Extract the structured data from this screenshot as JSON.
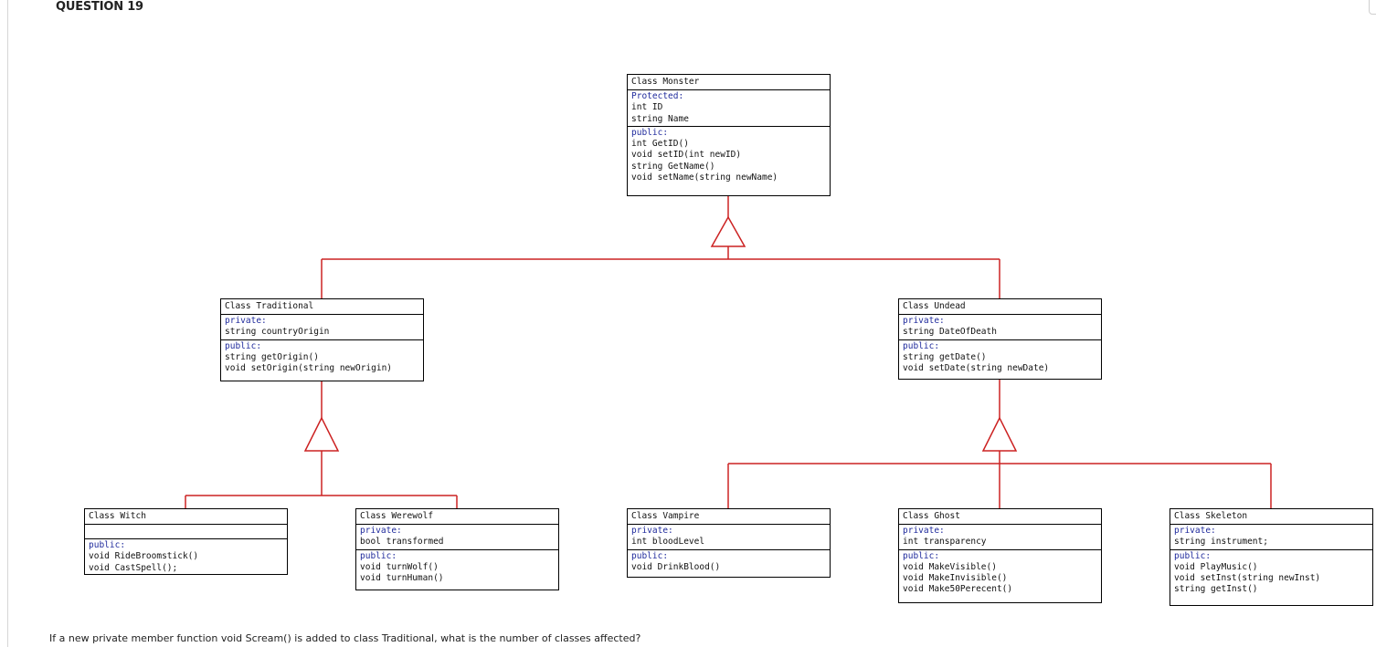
{
  "question": {
    "title": "QUESTION 19",
    "text": "If a new private member function void Scream() is added to class Traditional, what is the number of classes affected?"
  },
  "colors": {
    "connector": "#cc2222",
    "keyword": "#1f2a9c",
    "border": "#000000"
  },
  "classes": {
    "monster": {
      "name": "Class Monster",
      "protected_label": "Protected:",
      "protected": [
        "int ID",
        "string Name"
      ],
      "public_label": "public:",
      "public": [
        "int GetID()",
        "void setID(int newID)",
        "string GetName()",
        "void setName(string newName)"
      ]
    },
    "traditional": {
      "name": "Class Traditional",
      "private_label": "private:",
      "private": [
        "string countryOrigin"
      ],
      "public_label": "public:",
      "public": [
        "string getOrigin()",
        "void setOrigin(string newOrigin)"
      ]
    },
    "undead": {
      "name": "Class Undead",
      "private_label": "private:",
      "private": [
        "string DateOfDeath"
      ],
      "public_label": "public:",
      "public": [
        "string getDate()",
        "void setDate(string newDate)"
      ]
    },
    "witch": {
      "name": "Class Witch",
      "public_label": "public:",
      "public": [
        "void RideBroomstick()",
        "void CastSpell();"
      ]
    },
    "werewolf": {
      "name": "Class Werewolf",
      "private_label": "private:",
      "private": [
        "bool transformed"
      ],
      "public_label": "public:",
      "public": [
        "void turnWolf()",
        "void turnHuman()"
      ]
    },
    "vampire": {
      "name": "Class Vampire",
      "private_label": "private:",
      "private": [
        "int bloodLevel"
      ],
      "public_label": "public:",
      "public": [
        "void DrinkBlood()"
      ]
    },
    "ghost": {
      "name": "Class Ghost",
      "private_label": "private:",
      "private": [
        "int transparency"
      ],
      "public_label": "public:",
      "public": [
        "void MakeVisible()",
        "void MakeInvisible()",
        "void Make50Perecent()"
      ]
    },
    "skeleton": {
      "name": "Class Skeleton",
      "private_label": "private:",
      "private": [
        "string instrument;"
      ],
      "public_label": "public:",
      "public": [
        "void PlayMusic()",
        "void setInst(string newInst)",
        "string getInst()"
      ]
    }
  }
}
